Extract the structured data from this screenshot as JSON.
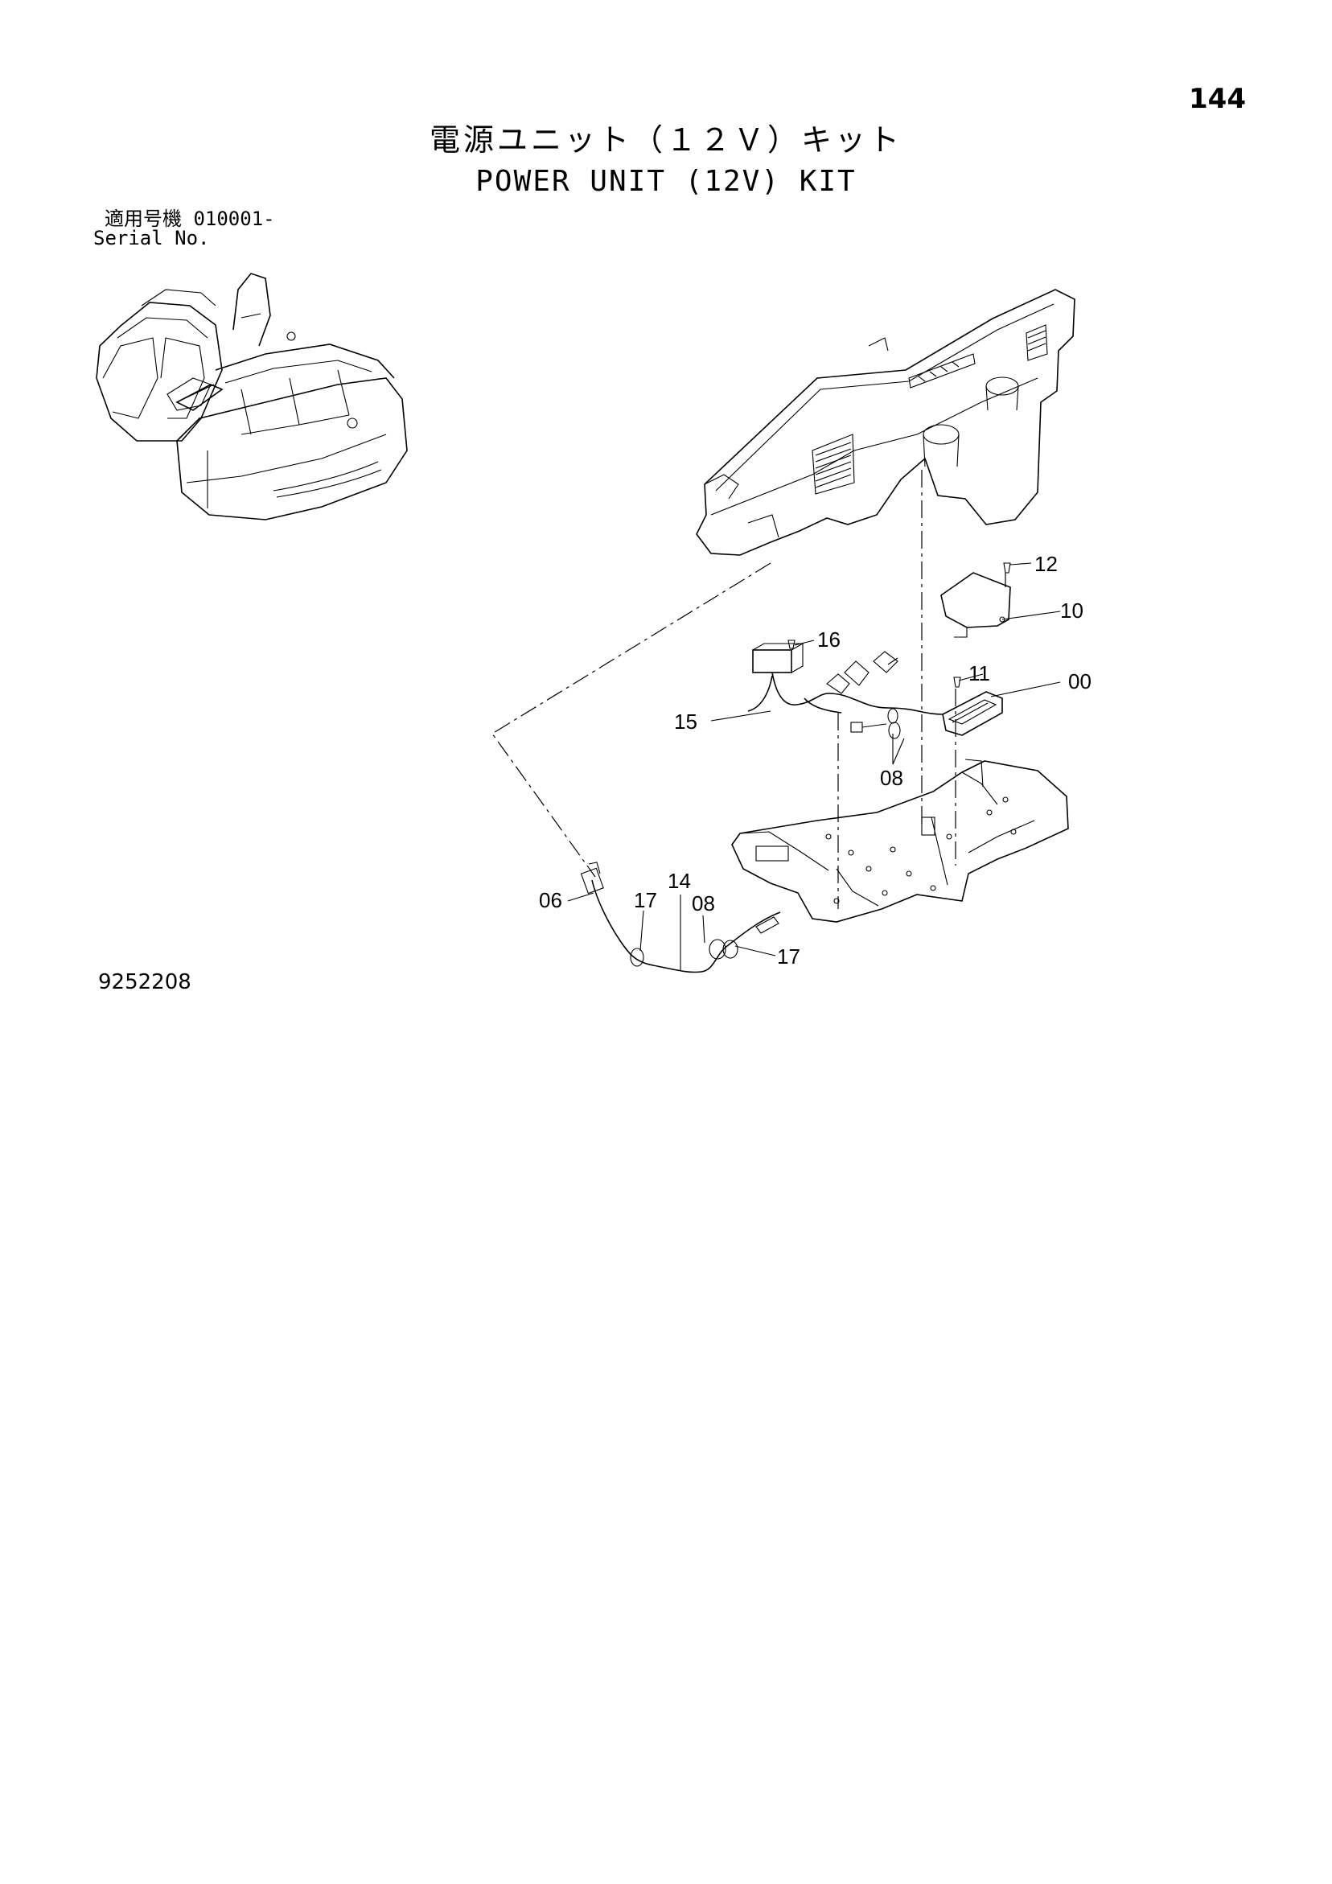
{
  "page": {
    "page_number": "144",
    "title_ja": "電源ユニット（１２Ｖ）キット",
    "title_en": "POWER UNIT (12V) KIT",
    "serial_label_ja": "適用号機",
    "serial_value": "010001-",
    "serial_label_en": "Serial No.",
    "drawing_number": "9252208"
  },
  "callouts": [
    "12",
    "10",
    "16",
    "11",
    "00",
    "15",
    "08",
    "06",
    "17",
    "14",
    "08",
    "17"
  ]
}
